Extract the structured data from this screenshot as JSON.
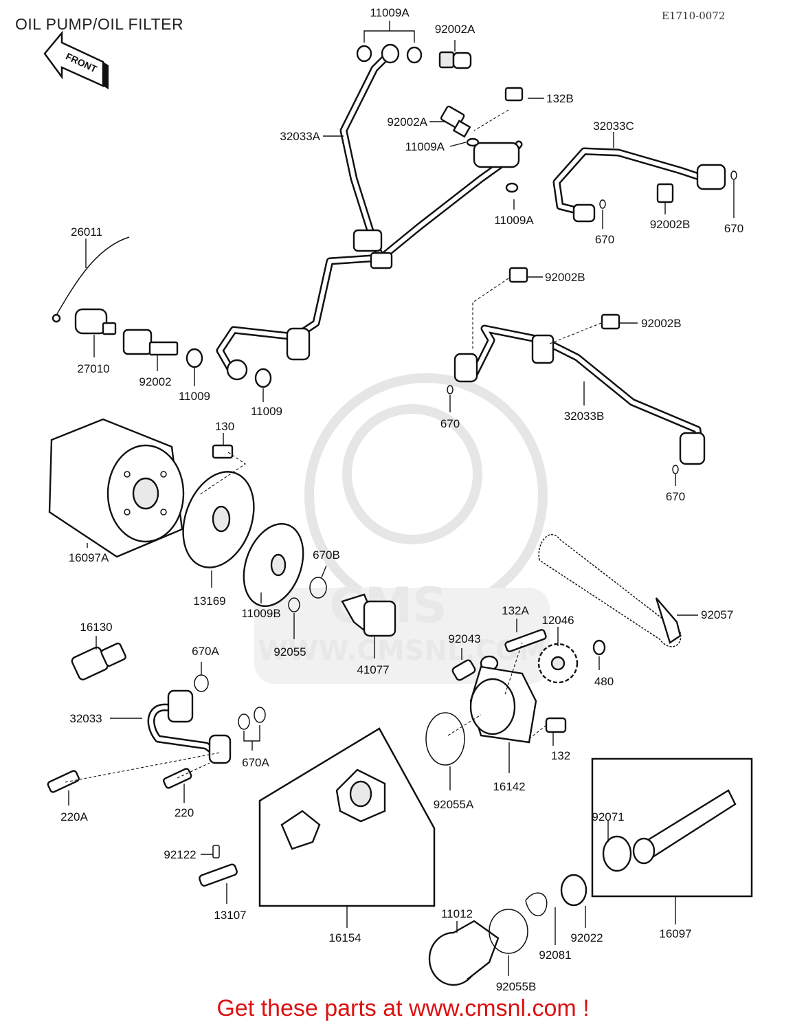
{
  "title": "OIL PUMP/OIL FILTER",
  "diagram_code": "E1710-0072",
  "front_arrow_label": "FRONT",
  "watermark": {
    "logo_text": "CMS",
    "url_text": "WWW.CMSNL.COM"
  },
  "footer": "Get these parts at www.cmsnl.com !",
  "parts": [
    {
      "id": "p01",
      "label": "11009A"
    },
    {
      "id": "p02",
      "label": "92002A"
    },
    {
      "id": "p03",
      "label": "132B"
    },
    {
      "id": "p04",
      "label": "92002A"
    },
    {
      "id": "p05",
      "label": "11009A"
    },
    {
      "id": "p06",
      "label": "32033A"
    },
    {
      "id": "p07",
      "label": "32033C"
    },
    {
      "id": "p08",
      "label": "11009A"
    },
    {
      "id": "p09",
      "label": "670"
    },
    {
      "id": "p10",
      "label": "92002B"
    },
    {
      "id": "p11",
      "label": "670"
    },
    {
      "id": "p12",
      "label": "26011"
    },
    {
      "id": "p13",
      "label": "92002B"
    },
    {
      "id": "p14",
      "label": "92002B"
    },
    {
      "id": "p15",
      "label": "27010"
    },
    {
      "id": "p16",
      "label": "92002"
    },
    {
      "id": "p17",
      "label": "11009"
    },
    {
      "id": "p18",
      "label": "11009"
    },
    {
      "id": "p19",
      "label": "670"
    },
    {
      "id": "p20",
      "label": "32033B"
    },
    {
      "id": "p21",
      "label": "130"
    },
    {
      "id": "p22",
      "label": "670"
    },
    {
      "id": "p23",
      "label": "16097A"
    },
    {
      "id": "p24",
      "label": "670B"
    },
    {
      "id": "p25",
      "label": "13169"
    },
    {
      "id": "p26",
      "label": "92057"
    },
    {
      "id": "p27",
      "label": "11009B"
    },
    {
      "id": "p28",
      "label": "16130"
    },
    {
      "id": "p29",
      "label": "132A"
    },
    {
      "id": "p30",
      "label": "12046"
    },
    {
      "id": "p31",
      "label": "92043"
    },
    {
      "id": "p32",
      "label": "670A"
    },
    {
      "id": "p33",
      "label": "92055"
    },
    {
      "id": "p34",
      "label": "41077"
    },
    {
      "id": "p35",
      "label": "480"
    },
    {
      "id": "p36",
      "label": "32033"
    },
    {
      "id": "p37",
      "label": "132"
    },
    {
      "id": "p38",
      "label": "670A"
    },
    {
      "id": "p39",
      "label": "16142"
    },
    {
      "id": "p40",
      "label": "92055A"
    },
    {
      "id": "p41",
      "label": "220A"
    },
    {
      "id": "p42",
      "label": "220"
    },
    {
      "id": "p43",
      "label": "92071"
    },
    {
      "id": "p44",
      "label": "92122"
    },
    {
      "id": "p45",
      "label": "13107"
    },
    {
      "id": "p46",
      "label": "16154"
    },
    {
      "id": "p47",
      "label": "11012"
    },
    {
      "id": "p48",
      "label": "92022"
    },
    {
      "id": "p49",
      "label": "92081"
    },
    {
      "id": "p50",
      "label": "16097"
    },
    {
      "id": "p51",
      "label": "92055B"
    }
  ]
}
